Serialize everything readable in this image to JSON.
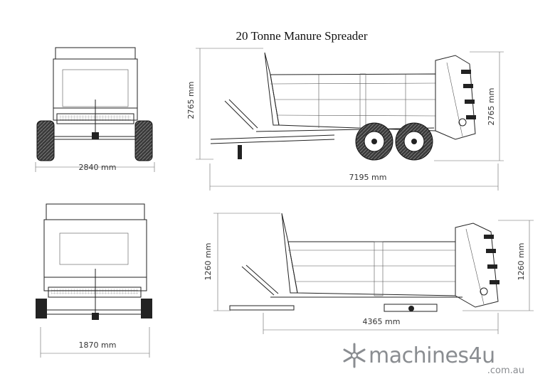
{
  "title": "20 Tonne Manure Spreader",
  "dimensions": {
    "top_front_width": "2840 mm",
    "top_side_height_left": "2765 mm",
    "top_side_height_right": "2765 mm",
    "top_side_length": "7195 mm",
    "bottom_front_width": "1870 mm",
    "bottom_side_height_left": "1260 mm",
    "bottom_side_height_right": "1260 mm",
    "bottom_side_length": "4365 mm"
  },
  "logo": {
    "name": "machines4u",
    "domain": ".com.au",
    "color": "#8a8d91"
  }
}
